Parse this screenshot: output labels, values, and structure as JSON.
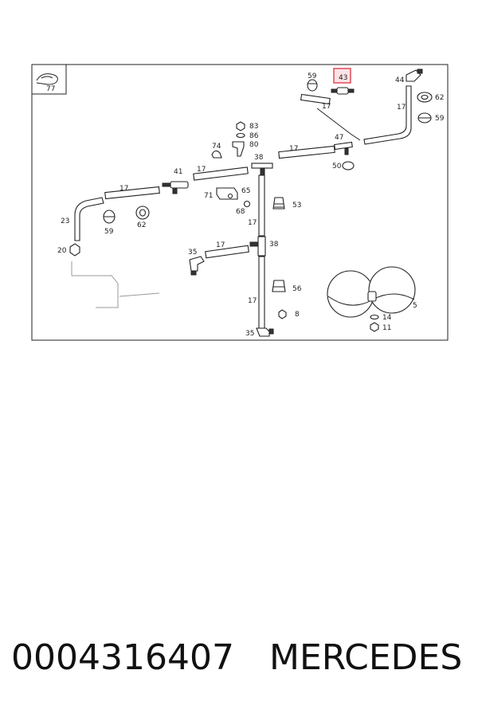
{
  "callouts": {
    "c77": "77",
    "c59a": "59",
    "c43": "43",
    "c44": "44",
    "c17a": "17",
    "c62a": "62",
    "c17b": "17",
    "c59b": "59",
    "c83": "83",
    "c86": "86",
    "c80": "80",
    "c74": "74",
    "c17c": "17",
    "c47": "47",
    "c38a": "38",
    "c50": "50",
    "c41": "41",
    "c17d": "17",
    "c17e": "17",
    "c65": "65",
    "c71": "71",
    "c68": "68",
    "c53": "53",
    "c23": "23",
    "c59c": "59",
    "c62b": "62",
    "c17f": "17",
    "c20": "20",
    "c17g": "17",
    "c38b": "38",
    "c35a": "35",
    "c56": "56",
    "c17h": "17",
    "c8": "8",
    "c5": "5",
    "c14": "14",
    "c11": "11",
    "c35b": "35"
  },
  "highlight": {
    "callout": "43",
    "color": "#e24a5a"
  },
  "caption": {
    "part_number": "0004316407",
    "brand": "MERCEDES"
  }
}
